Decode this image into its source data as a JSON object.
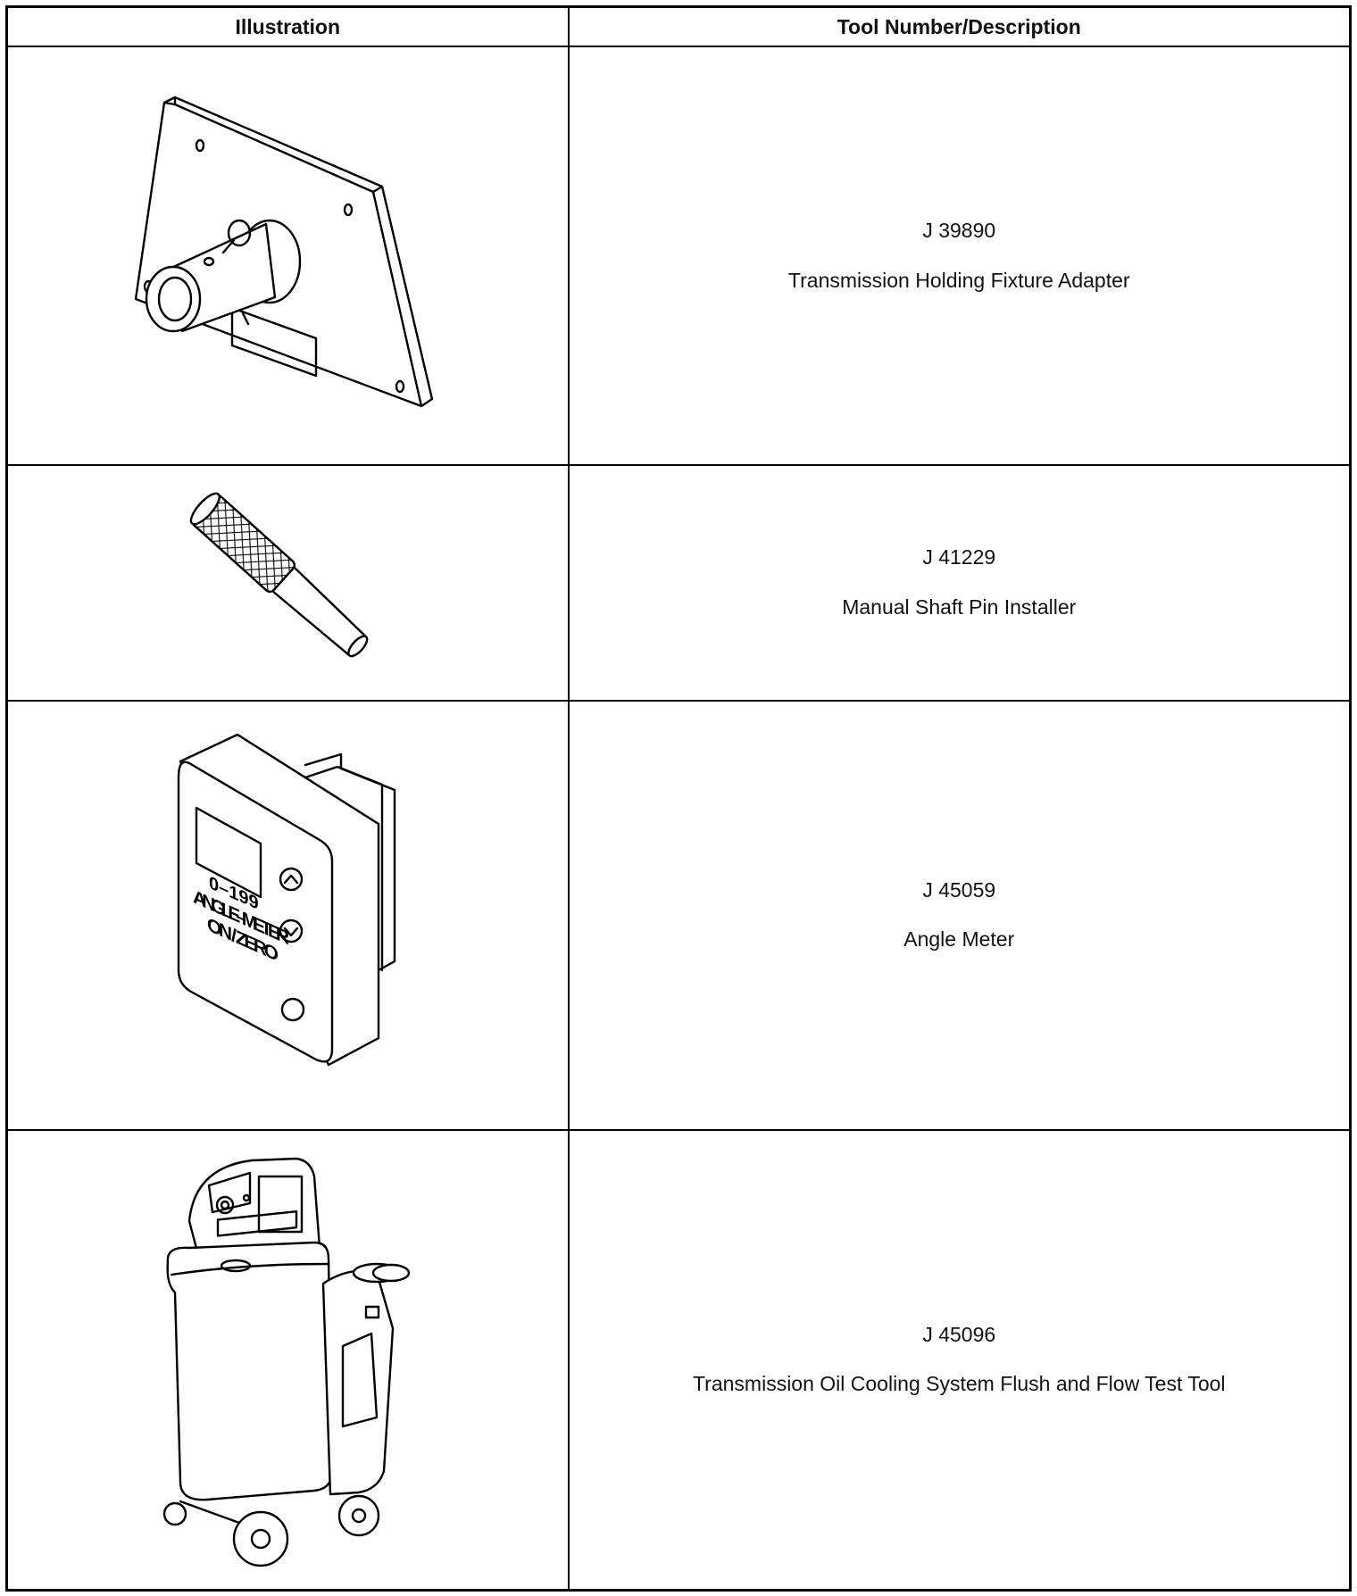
{
  "header": {
    "illustration": "Illustration",
    "tool": "Tool Number/Description"
  },
  "tools": [
    {
      "number": "J 39890",
      "description": "Transmission Holding Fixture Adapter",
      "icon": "holding-fixture-adapter-icon"
    },
    {
      "number": "J 41229",
      "description": "Manual Shaft Pin Installer",
      "icon": "pin-installer-icon"
    },
    {
      "number": "J 45059",
      "description": "Angle Meter",
      "icon": "angle-meter-icon",
      "device_labels": {
        "range": "0–199",
        "name": "ANGLE–METER",
        "button": "ON / ZERO"
      }
    },
    {
      "number": "J 45096",
      "description": "Transmission Oil Cooling System Flush and Flow Test Tool",
      "icon": "flush-flow-test-tool-icon"
    }
  ]
}
